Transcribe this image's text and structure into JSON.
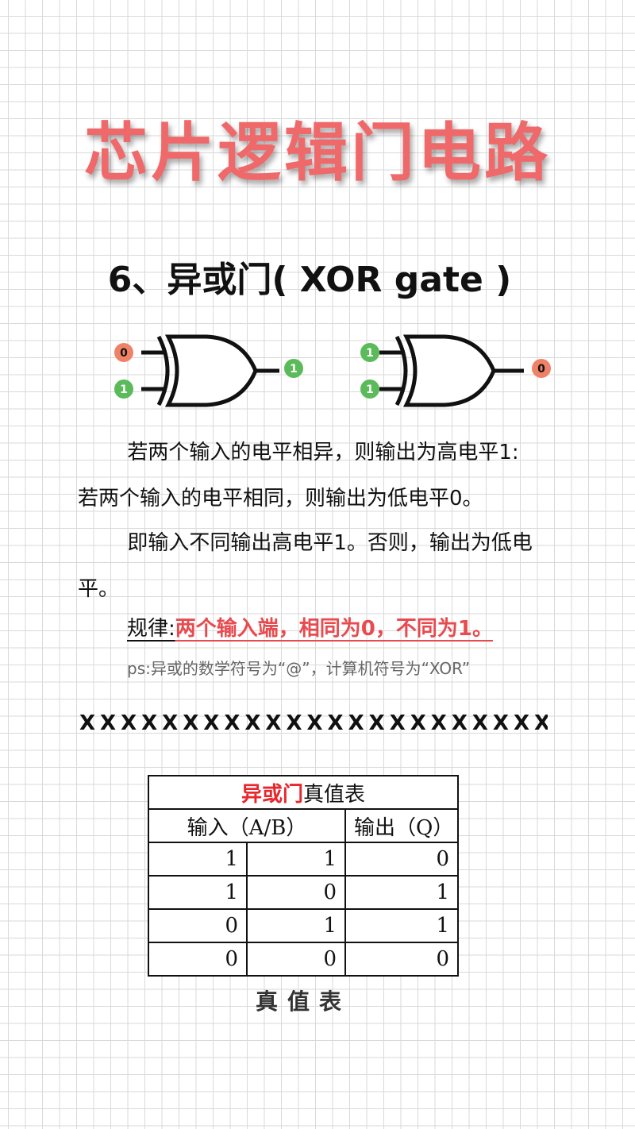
{
  "title": "芯片逻辑门电路",
  "section_heading": "6、异或门( XOR gate )",
  "gates": [
    {
      "inputs": [
        "0",
        "1"
      ],
      "output": "1"
    },
    {
      "inputs": [
        "1",
        "1"
      ],
      "output": "0"
    }
  ],
  "colors": {
    "title": "#f0696a",
    "dot_zero": "#ef8266",
    "dot_one": "#5bba5a",
    "rule_red": "#e84b4f",
    "table_title_red": "#e8262c"
  },
  "paragraphs": [
    "若两个输入的电平相异，则输出为高电平1:若两个输入的电平相同，则输出为低电平0。",
    "即输入不同输出高电平1。否则，输出为低电平。"
  ],
  "rule": {
    "label": "规律:",
    "text": "两个输入端，相同为0，不同为1。"
  },
  "ps_note": "ps:异或的数学符号为“@”，计算机符号为“XOR”",
  "divider": "XXXXXXXXXXXXXXXXXXXXXXXXX",
  "truth_table": {
    "title_red": "异或门",
    "title_rest": "真值表",
    "header_input": "输入（A/B）",
    "header_output": "输出（Q）",
    "rows": [
      [
        "1",
        "1",
        "0"
      ],
      [
        "1",
        "0",
        "1"
      ],
      [
        "0",
        "1",
        "1"
      ],
      [
        "0",
        "0",
        "0"
      ]
    ]
  },
  "table_caption": "真值表"
}
